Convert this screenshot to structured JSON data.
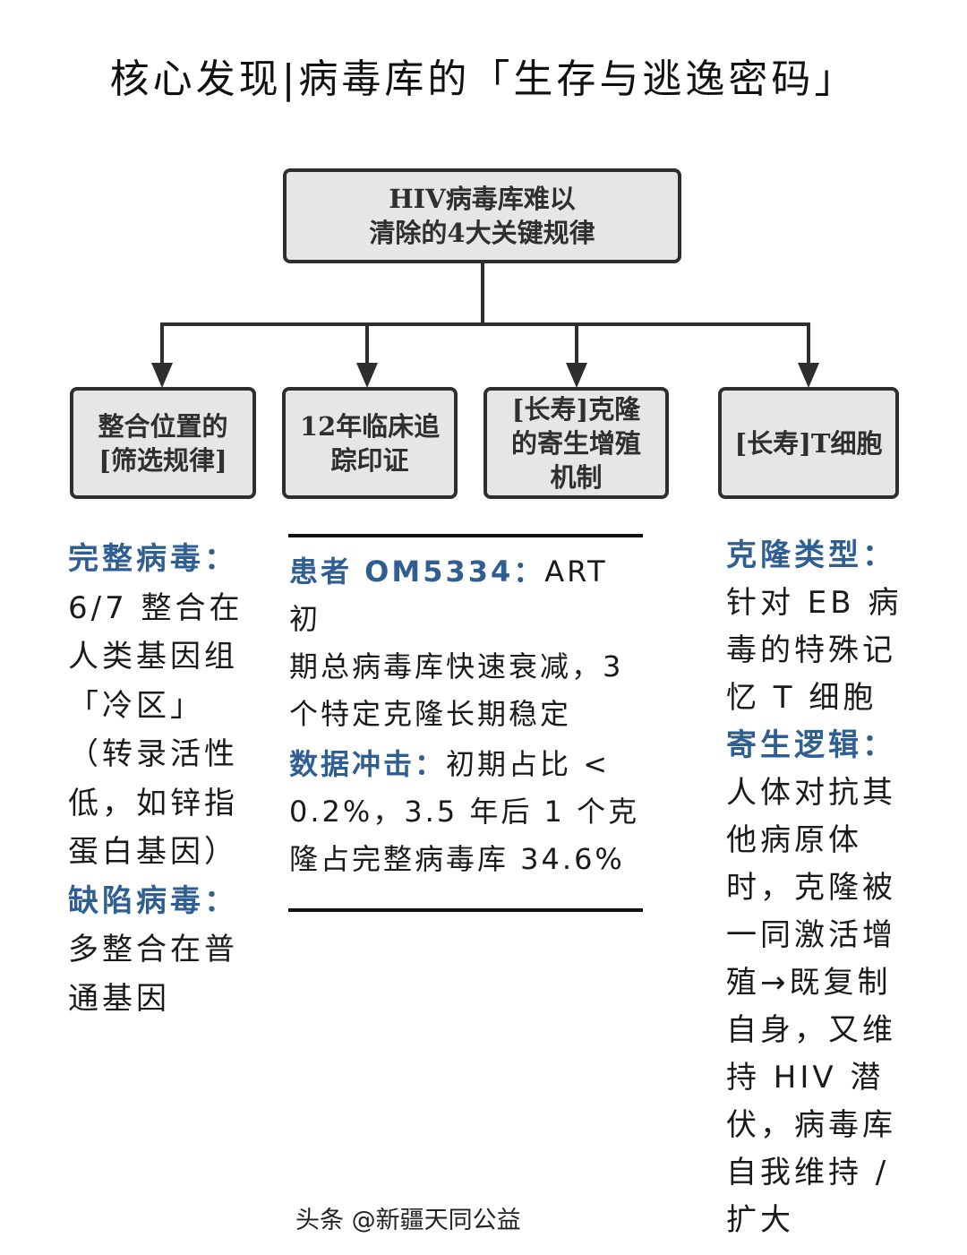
{
  "title": "核心发现|病毒库的「生存与逃逸密码」",
  "root_box": {
    "text": "HIV病毒库难以\n清除的4大关键规律"
  },
  "child_boxes": [
    {
      "text": "整合位置的\n[筛选规律]"
    },
    {
      "text": "12年临床追\n踪印证"
    },
    {
      "text": "[长寿]克隆\n的寄生增殖\n机制"
    },
    {
      "text": "[长寿]T细胞"
    }
  ],
  "left_column": {
    "h1": "完整病毒：",
    "p1": "6/7 整合在\n人类基因组\n「冷区」\n（转录活性\n低，如锌指\n蛋白基因）",
    "h2": "缺陷病毒：",
    "p2": "多整合在普\n通基因"
  },
  "middle_column": {
    "h1": "患者 OM5334：",
    "p1_inline": "ART 初",
    "p1_rest": "期总病毒库快速衰减，3\n个特定克隆长期稳定",
    "h2": "数据冲击：",
    "p2_inline": "初期占比 <",
    "p2_rest": "0.2%，3.5 年后 1 个克\n隆占完整病毒库 34.6%"
  },
  "right_column": {
    "h1": "克隆类型：",
    "p1": "针对 EB 病\n毒的特殊记\n忆 T 细胞",
    "h2": "寄生逻辑：",
    "p2": "人体对抗其\n他病原体\n时，克隆被\n一同激活增\n殖→既复制\n自身，又维\n持 HIV 潜\n伏，病毒库\n自我维持 /\n扩大"
  },
  "watermark": "头条 @新疆天同公益",
  "colors": {
    "accent": "#2f5f92",
    "box_fill": "#e6e6e6",
    "box_border": "#2e2e2e"
  }
}
